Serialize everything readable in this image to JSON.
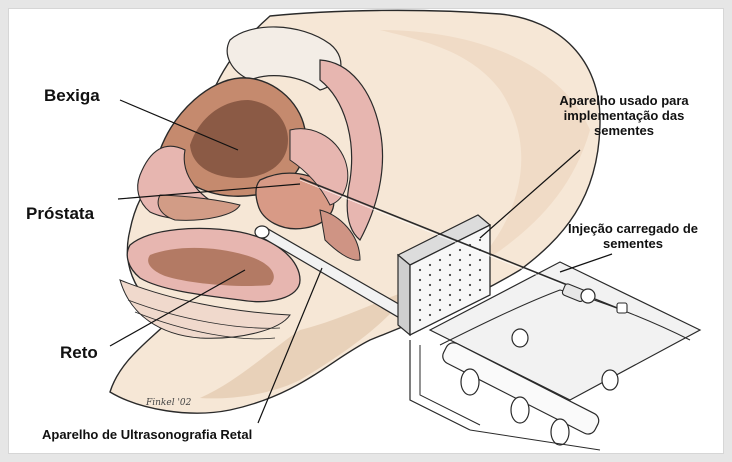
{
  "labels": {
    "bladder": "Bexiga",
    "prostate": "Próstata",
    "rectum": "Reto",
    "seed_device": [
      "Aparelho usado para",
      "implementação das",
      "sementes"
    ],
    "seed_syringe": [
      "Injeção carregado de",
      "sementes"
    ],
    "ultrasound": "Aparelho de Ultrasonografia Retal"
  },
  "signature": "Finkel '02",
  "colors": {
    "skin": "#f6e7d6",
    "skin_shadow": "#e2c7ad",
    "organ_dark": "#8b5a45",
    "organ_mid": "#c58a6e",
    "tissue_pink": "#e7b6b0",
    "line": "#2a2a2a",
    "device": "#f2f2f2"
  }
}
